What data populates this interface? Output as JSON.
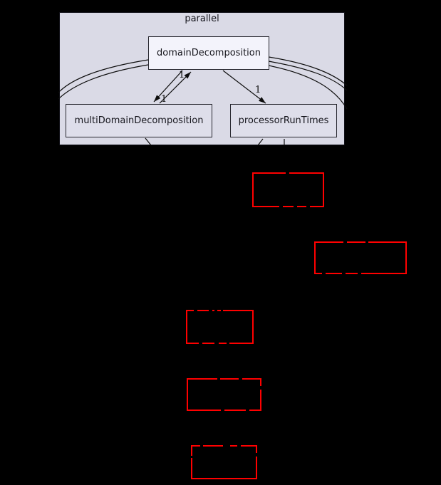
{
  "diagram": {
    "type": "directory-dependency-graph",
    "cluster": {
      "label": "parallel"
    },
    "nodes": [
      {
        "label": "domainDecomposition",
        "role": "focal-directory"
      },
      {
        "label": "multiDomainDecomposition",
        "role": "sub-directory"
      },
      {
        "label": "processorRunTimes",
        "role": "sub-directory"
      }
    ],
    "edges": [
      {
        "from": "domainDecomposition",
        "to": "multiDomainDecomposition",
        "label": "1"
      },
      {
        "from": "multiDomainDecomposition",
        "to": "domainDecomposition",
        "label": "1"
      },
      {
        "from": "domainDecomposition",
        "to": "processorRunTimes",
        "label": "1"
      }
    ],
    "external_nodes_count": 5,
    "colors": {
      "background": "#000000",
      "cluster_fill": "#dadae6",
      "node_fill": "#dedeea",
      "focal_node_fill": "#f3f3fb",
      "node_border": "#26262e",
      "external_node_border": "#ff0000",
      "edge": "#0d0d0d"
    }
  }
}
